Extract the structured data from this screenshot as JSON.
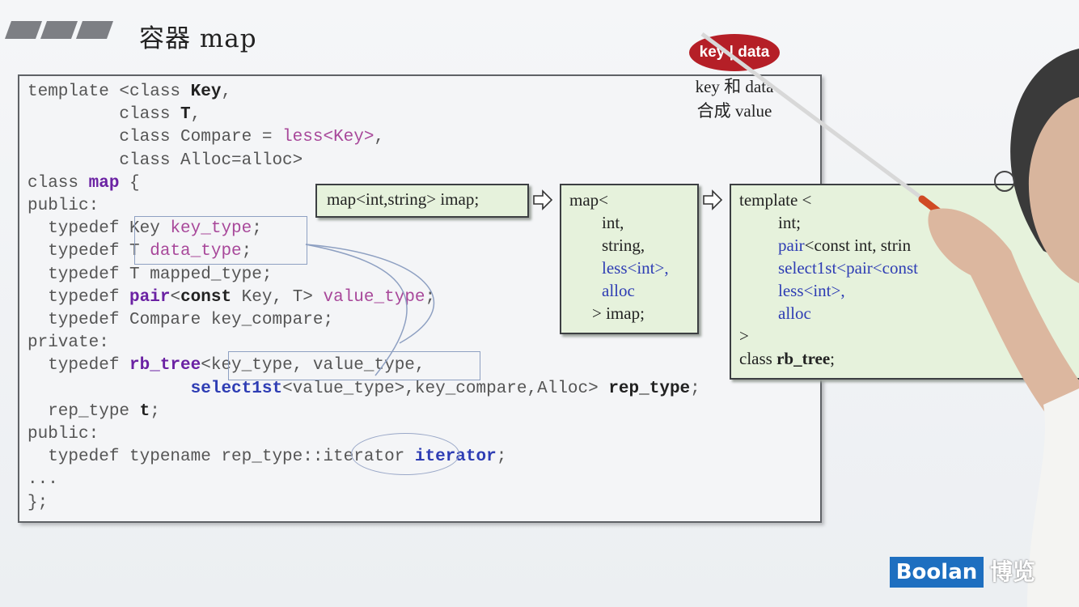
{
  "header": {
    "title": "容器 map"
  },
  "code": {
    "l1a": "template <class ",
    "l1b": "Key",
    "l1c": ",",
    "l2a": "         class ",
    "l2b": "T",
    "l2c": ",",
    "l3a": "         class Compare = ",
    "l3b": "less<Key>",
    "l3c": ",",
    "l4": "         class Alloc=alloc>",
    "l5a": "class ",
    "l5b": "map",
    "l5c": " {",
    "l6": "public:",
    "l7a": "  typedef Key ",
    "l7b": "key_type",
    "l7c": ";",
    "l8a": "  typedef T ",
    "l8b": "data_type",
    "l8c": ";",
    "l9": "  typedef T mapped_type;",
    "l10a": "  typedef ",
    "l10b": "pair",
    "l10c": "<",
    "l10d": "const",
    "l10e": " Key, T> ",
    "l10f": "value_type",
    "l10g": ";",
    "l11": "  typedef Compare key_compare;",
    "l12": "private:",
    "l13a": "  typedef ",
    "l13b": "rb_tree",
    "l13c": "<key_type, value_type,",
    "l14a": "                ",
    "l14b": "select1st",
    "l14c": "<value_type>,key_compare,Alloc> ",
    "l14d": "rep_type",
    "l14e": ";",
    "l15a": "  rep_type ",
    "l15b": "t",
    "l15c": ";",
    "l16": "public:",
    "l17a": "  typedef typename rep_type::iterator ",
    "l17b": "iterator",
    "l17c": ";",
    "l18": "...",
    "l19": "};"
  },
  "annotation": {
    "pill": "key | data",
    "note1": "key 和 data",
    "note2": "合成 value"
  },
  "box1": {
    "text": "map<int,string> imap;"
  },
  "box2": {
    "l1": "map<",
    "l2": "int,",
    "l3": "string,",
    "l4": "less<int>,",
    "l5": "alloc",
    "l6": "> imap;"
  },
  "box3": {
    "l1": "template <",
    "l2": "int;",
    "l3a": "pair",
    "l3b": "<const int, strin",
    "l4": "select1st<pair<const",
    "l5": "less<int>,",
    "l6": "alloc",
    "l7": ">",
    "l8a": "class ",
    "l8b": "rb_tree",
    "l8c": ";"
  },
  "logo": {
    "brand": "Boolan",
    "cn": "博览"
  },
  "colors": {
    "pill": "#b51f27",
    "box_bg": "#e6f2dc",
    "blue": "#2e3db4",
    "purple": "#6b22a3",
    "logo": "#1e6fc0"
  }
}
